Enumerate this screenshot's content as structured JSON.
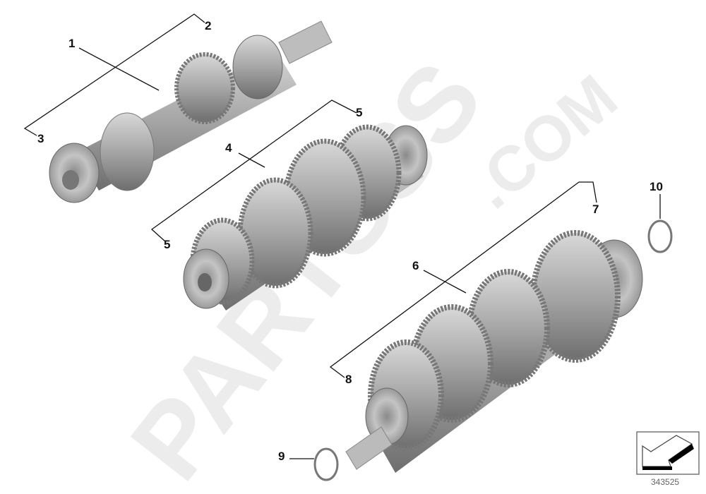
{
  "diagram": {
    "callouts": [
      "1",
      "2",
      "3",
      "4",
      "5",
      "5",
      "6",
      "7",
      "8",
      "9",
      "10"
    ],
    "reference_number": "343525",
    "watermark": "PARTSSS.COM",
    "colors": {
      "part": "#a9a9a9",
      "part_dark": "#6f6f6f",
      "line": "#111111",
      "watermark": "#e6e6e6"
    }
  }
}
